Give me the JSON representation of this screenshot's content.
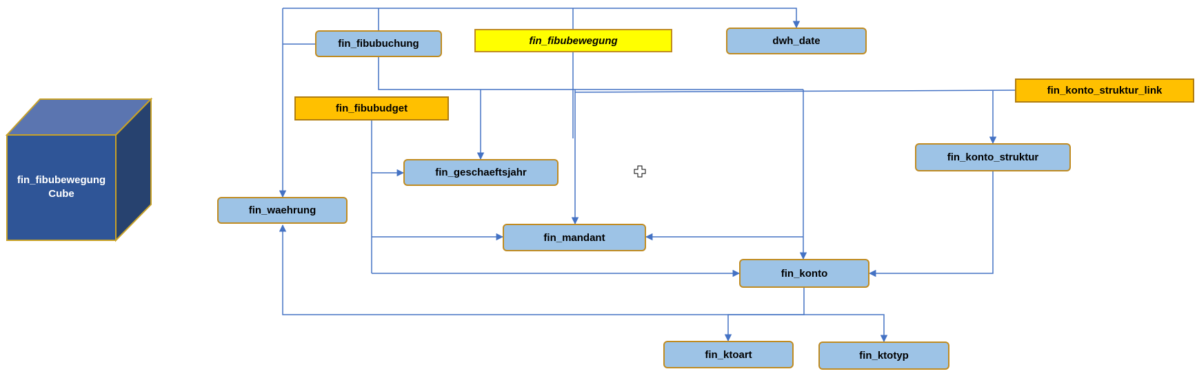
{
  "cube": {
    "line1": "fin_fibubewegung",
    "line2": "Cube",
    "colors": {
      "front": "#2f5597",
      "top": "#5b75b0",
      "side": "#27426f",
      "outline": "#c9a227"
    }
  },
  "nodes": {
    "fin_fibubuchung": "fin_fibubuchung",
    "fin_fibubewegung": "fin_fibubewegung",
    "dwh_date": "dwh_date",
    "fin_fibubudget": "fin_fibubudget",
    "fin_konto_struktur_link": "fin_konto_struktur_link",
    "fin_geschaeftsjahr": "fin_geschaeftsjahr",
    "fin_konto_struktur": "fin_konto_struktur",
    "fin_waehrung": "fin_waehrung",
    "fin_mandant": "fin_mandant",
    "fin_konto": "fin_konto",
    "fin_ktoart": "fin_ktoart",
    "fin_ktotyp": "fin_ktotyp"
  },
  "colors": {
    "dimension_table": "#9dc3e6",
    "fact_table": "#ffff00",
    "budget_table": "#ffc000",
    "border": "#c08b20",
    "connector": "#4472c4"
  },
  "cursor_icon": "move-cursor-icon"
}
